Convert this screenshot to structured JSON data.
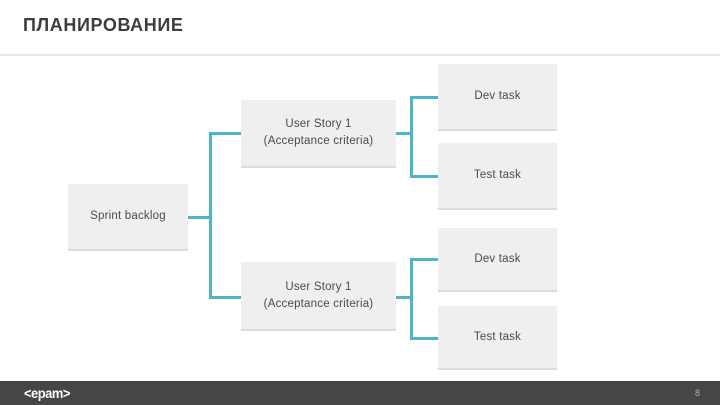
{
  "slide": {
    "title": "ПЛАНИРОВАНИЕ",
    "footer": {
      "logo": "<epam>",
      "page_number": "8"
    }
  },
  "diagram": {
    "nodes": [
      {
        "id": "sprint-backlog",
        "label": "Sprint backlog",
        "sublabel": ""
      },
      {
        "id": "user-story-top",
        "label": "User Story 1",
        "sublabel": "(Acceptance criteria)"
      },
      {
        "id": "dev-task-top",
        "label": "Dev task",
        "sublabel": ""
      },
      {
        "id": "test-task-top",
        "label": "Test task",
        "sublabel": ""
      },
      {
        "id": "user-story-bottom",
        "label": "User Story 1",
        "sublabel": "(Acceptance criteria)"
      },
      {
        "id": "dev-task-bottom",
        "label": "Dev task",
        "sublabel": ""
      },
      {
        "id": "test-task-bottom",
        "label": "Test task",
        "sublabel": ""
      }
    ],
    "edges": [
      {
        "from": "sprint-backlog",
        "to": "user-story-top"
      },
      {
        "from": "sprint-backlog",
        "to": "user-story-bottom"
      },
      {
        "from": "user-story-top",
        "to": "dev-task-top"
      },
      {
        "from": "user-story-top",
        "to": "test-task-top"
      },
      {
        "from": "user-story-bottom",
        "to": "dev-task-bottom"
      },
      {
        "from": "user-story-bottom",
        "to": "test-task-bottom"
      }
    ]
  },
  "colors": {
    "connector": "#4db5c3",
    "box_fill": "#f0efef",
    "box_shadow": "#dbdbdb",
    "box_text": "#4a4a4a",
    "title_text": "#3d3d3d",
    "divider": "#e8e8e8",
    "footer_bg": "#464646",
    "footer_logo_text": "#ffffff",
    "page_number_text": "#b3b3b3",
    "slide_bg": "#ffffff"
  }
}
